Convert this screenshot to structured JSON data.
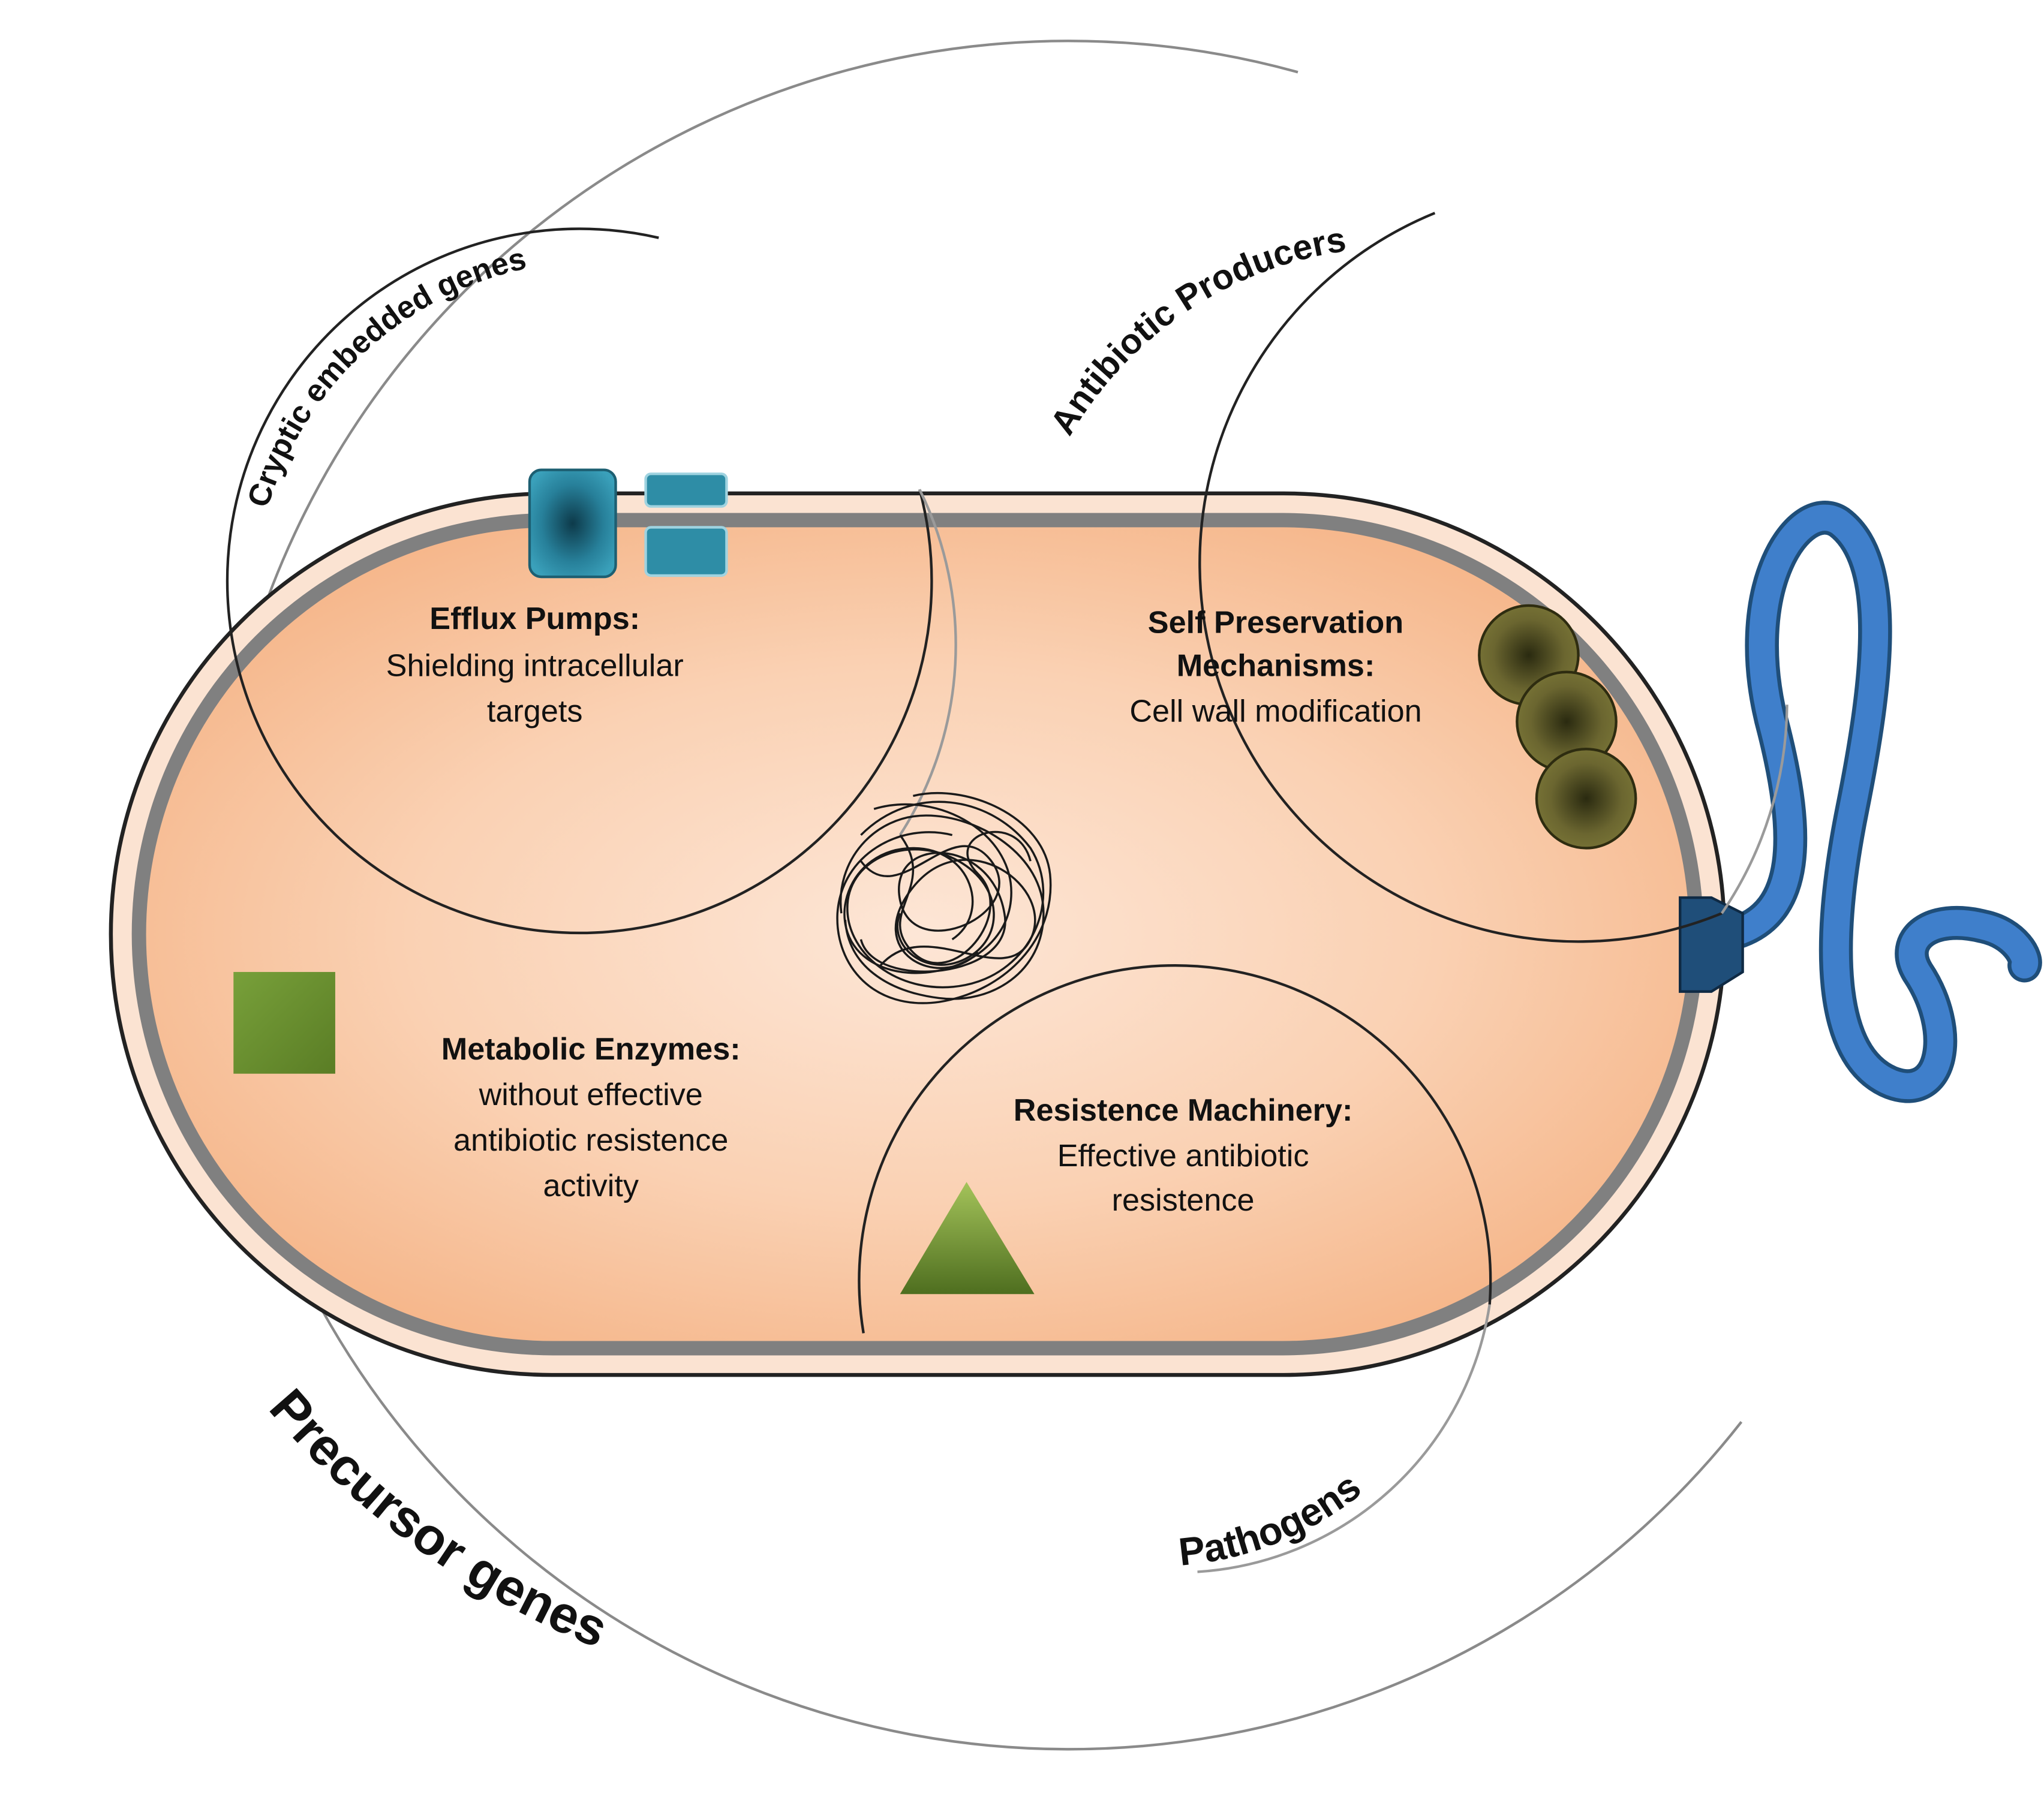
{
  "labels": {
    "precursor_genes": "Precursor genes",
    "cryptic_embedded_genes": "Cryptic embedded genes",
    "antibiotic_producers": "Antibiotic Producers",
    "pathogens": "Pathogens"
  },
  "regions": {
    "efflux": {
      "title": "Efflux Pumps:",
      "lines": [
        "Shielding intracellular",
        "targets"
      ]
    },
    "self_preservation": {
      "title_lines": [
        "Self Preservation",
        "Mechanisms:"
      ],
      "lines": [
        "Cell wall modification"
      ]
    },
    "metabolic": {
      "title": "Metabolic Enzymes:",
      "lines": [
        "without effective",
        "antibiotic resistence",
        "activity"
      ]
    },
    "resistence": {
      "title": "Resistence Machinery:",
      "lines": [
        "Effective antibiotic",
        "resistence"
      ]
    }
  },
  "colors": {
    "cytoplasm_center": "#fde2cf",
    "cytoplasm_edge": "#f6b88a",
    "membrane": "#808080",
    "outer_wall": "#fbe3d2",
    "efflux_pump": "#2e8da6",
    "cell_wall_beads": "#6e6a2a",
    "metabolic_square": "#6b8f2f",
    "resistence_triangle": "#7a9e35",
    "flagellum": "#3b7cc4",
    "flagellar_motor": "#1f4e79"
  }
}
